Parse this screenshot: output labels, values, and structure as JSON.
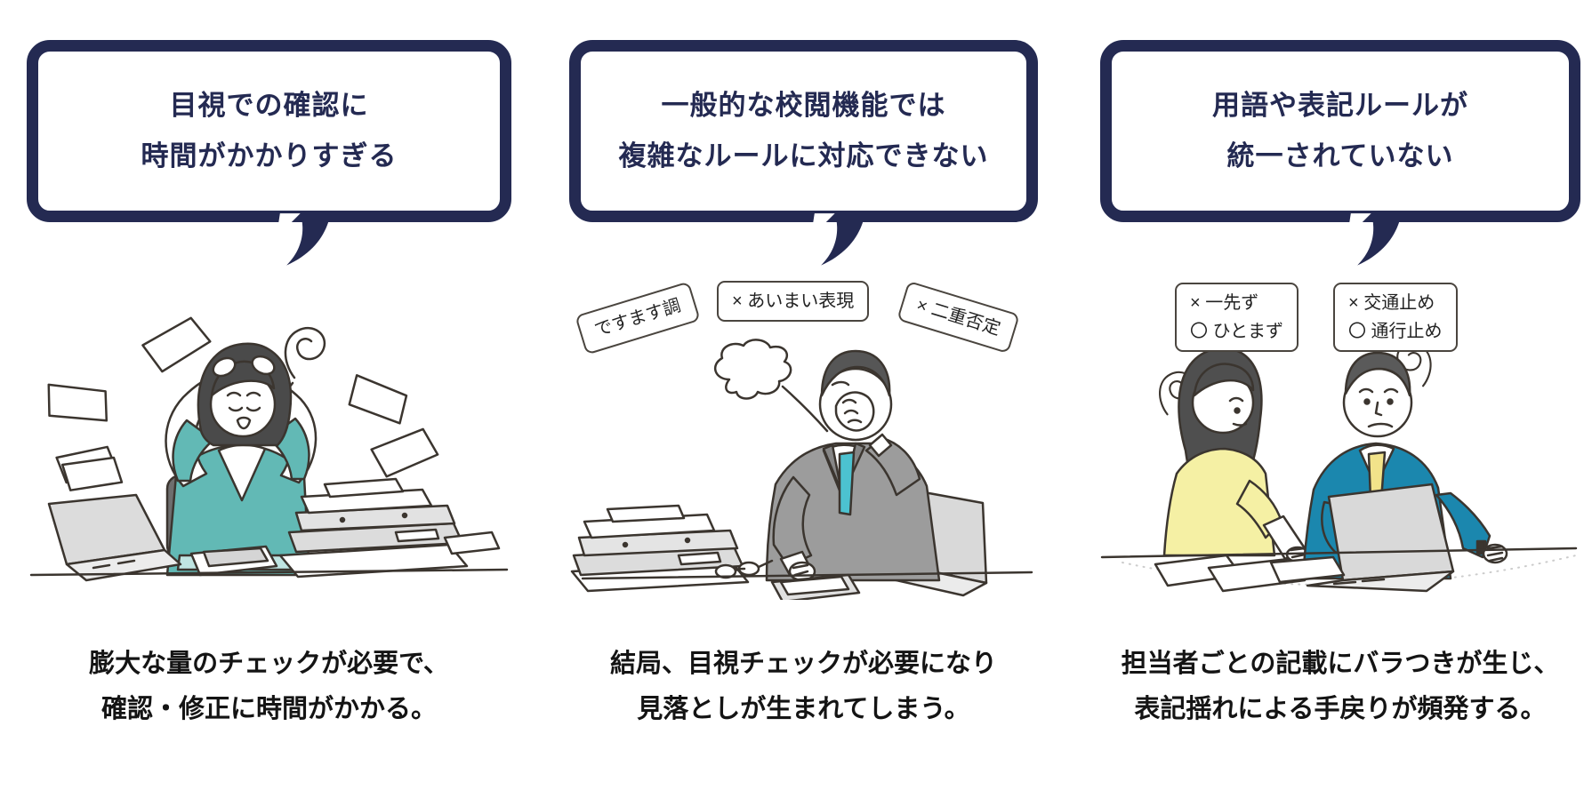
{
  "colors": {
    "navy": "#242a52",
    "outline": "#3b352f",
    "teal_shirt": "#62b9b5",
    "suit_gray": "#9c9c9c",
    "tie_cyan": "#4cc2d0",
    "yellow_top": "#f5f0a4",
    "jacket_blue": "#1b87ae",
    "item_gray": "#dcdcdc",
    "caption_text": "#141414"
  },
  "panels": [
    {
      "bubble_lines": [
        "目視での確認に",
        "時間がかかりすぎる"
      ],
      "caption_lines": [
        "膨大な量のチェックが必要で、",
        "確認・修正に時間がかかる。"
      ],
      "illustration": "overwhelmed-woman-with-flying-papers"
    },
    {
      "bubble_lines": [
        "一般的な校閲機能では",
        "複雑なルールに対応できない"
      ],
      "labels": [
        {
          "lines": [
            "ですます調"
          ]
        },
        {
          "lines": [
            "× あいまい表現"
          ]
        },
        {
          "lines": [
            "× 二重否定"
          ]
        }
      ],
      "caption_lines": [
        "結局、目視チェックが必要になり",
        "見落としが生まれてしまう。"
      ],
      "illustration": "tired-businessman-at-laptop"
    },
    {
      "bubble_lines": [
        "用語や表記ルールが",
        "統一されていない"
      ],
      "labels": [
        {
          "lines": [
            "× 一先ず",
            "〇 ひとまず"
          ]
        },
        {
          "lines": [
            "× 交通止め",
            "〇 通行止め"
          ]
        }
      ],
      "caption_lines": [
        "担当者ごとの記載にバラつきが生じ、",
        "表記揺れによる手戻りが頻発する。"
      ],
      "illustration": "two-confused-workers-at-laptop"
    }
  ]
}
